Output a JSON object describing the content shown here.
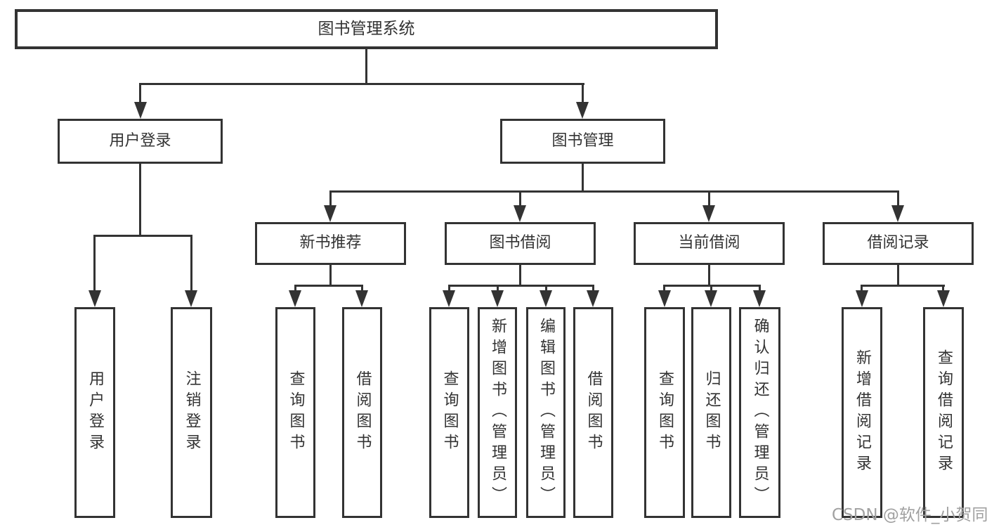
{
  "diagram": {
    "background_color": "#ffffff",
    "line_color": "#333333",
    "text_color": "#333333",
    "watermark": {
      "text": "CSDN @软件_小贺同学",
      "color": "#a1a1a1"
    },
    "tree": {
      "label": "图书管理系统",
      "children": [
        {
          "label": "用户登录",
          "children": [
            {
              "label": "用户登录"
            },
            {
              "label": "注销登录"
            }
          ]
        },
        {
          "label": "图书管理",
          "children": [
            {
              "label": "新书推荐",
              "children": [
                {
                  "label": "查询图书"
                },
                {
                  "label": "借阅图书"
                }
              ]
            },
            {
              "label": "图书借阅",
              "children": [
                {
                  "label": "查询图书"
                },
                {
                  "label": "新增图书（管理员）"
                },
                {
                  "label": "编辑图书（管理员）"
                },
                {
                  "label": "借阅图书"
                }
              ]
            },
            {
              "label": "当前借阅",
              "children": [
                {
                  "label": "查询图书"
                },
                {
                  "label": "归还图书"
                },
                {
                  "label": "确认归还（管理员）"
                }
              ]
            },
            {
              "label": "借阅记录",
              "children": [
                {
                  "label": "新增借阅记录"
                },
                {
                  "label": "查询借阅记录"
                }
              ]
            }
          ]
        }
      ]
    }
  }
}
